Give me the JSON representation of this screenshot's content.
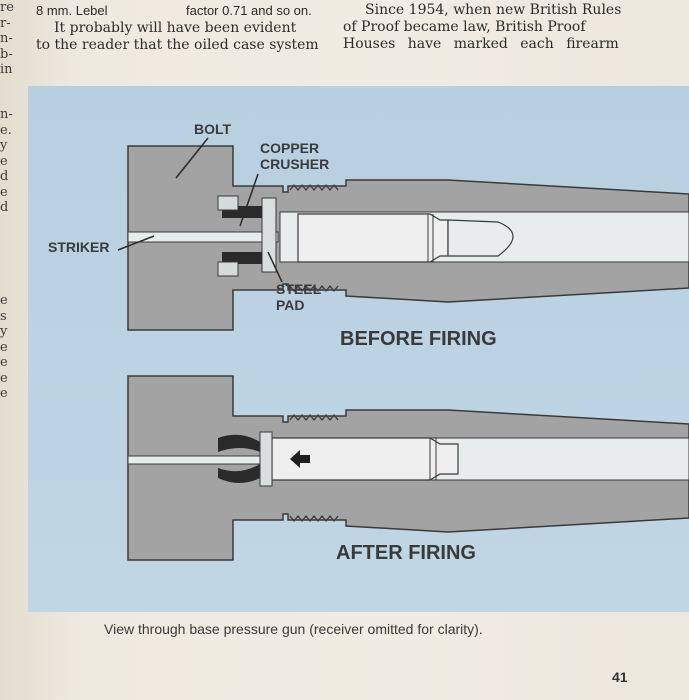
{
  "left_edge_fragments": [
    "re",
    "r-",
    "n-",
    "b-",
    "in",
    "",
    "n-",
    "e.",
    "y",
    "e",
    "d",
    "e",
    "d",
    "",
    "",
    "",
    "",
    "",
    "e",
    "s",
    "y",
    "e",
    "e",
    "e",
    "e"
  ],
  "column_a": {
    "line1_left": "8 mm. Lebel",
    "line1_right": "factor 0.71 and so on.",
    "line2": "It probably will have been evident",
    "line3": "to the reader that the oiled case system"
  },
  "column_b": {
    "line1": "Since 1954, when new British Rules",
    "line2": "of Proof became law, British Proof",
    "line3": "Houses have marked each firearm"
  },
  "figure": {
    "labels": {
      "bolt": "BOLT",
      "copper_crusher_1": "COPPER",
      "copper_crusher_2": "CRUSHER",
      "striker": "STRIKER",
      "steel_pad_1": "STEEL",
      "steel_pad_2": "PAD",
      "before_firing": "BEFORE FIRING",
      "after_firing": "AFTER FIRING"
    },
    "colors": {
      "background": "#bcd3e3",
      "metal": "#a3a3a3",
      "bore": "#e9ecec",
      "dark_part": "#2a2a2a",
      "outline": "#3a3a3a"
    }
  },
  "caption": "View through base pressure gun (receiver omitted for clarity).",
  "page_number": "41"
}
